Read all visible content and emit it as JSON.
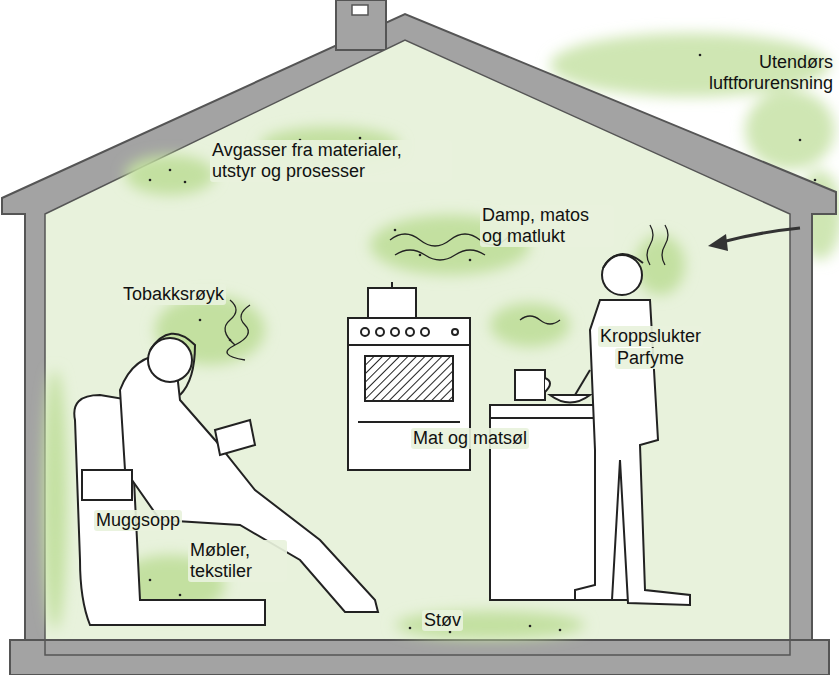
{
  "diagram": {
    "labels": [
      "Utendørs luftforurensning",
      "Avgasser fra materialer, utstyr og prosesser",
      "Damp, matos og matlukt",
      "Tobakksrøyk",
      "Kroppslukter",
      "Parfyme",
      "Mat og matsøl",
      "Muggsopp",
      "Møbler, tekstiler",
      "Støv"
    ]
  }
}
